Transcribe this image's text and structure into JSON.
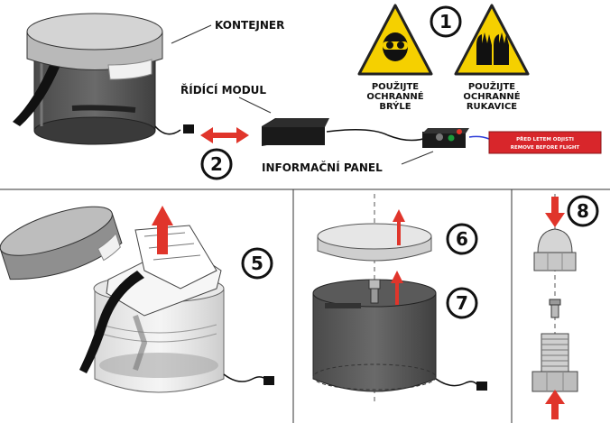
{
  "labels": {
    "container": "KONTEJNER",
    "control_module": "ŘÍDÍCÍ MODUL",
    "info_panel": "INFORMAČNÍ PANEL"
  },
  "warnings": {
    "goggles": {
      "icon": "goggles-icon",
      "lines": [
        "POUŽIJTE",
        "OCHRANNÉ",
        "BRÝLE"
      ]
    },
    "gloves": {
      "icon": "gloves-icon",
      "lines": [
        "POUŽIJTE",
        "OCHRANNÉ",
        "RUKAVICE"
      ]
    }
  },
  "tag": {
    "lines": [
      "PŘED LETEM ODJISTI",
      "REMOVE BEFORE FLIGHT"
    ]
  },
  "steps": [
    "1",
    "2",
    "5",
    "6",
    "7",
    "8"
  ],
  "colors": {
    "accent_red": "#e0352b",
    "warning_yellow": "#f5d000",
    "tag_red": "#d8262b"
  }
}
